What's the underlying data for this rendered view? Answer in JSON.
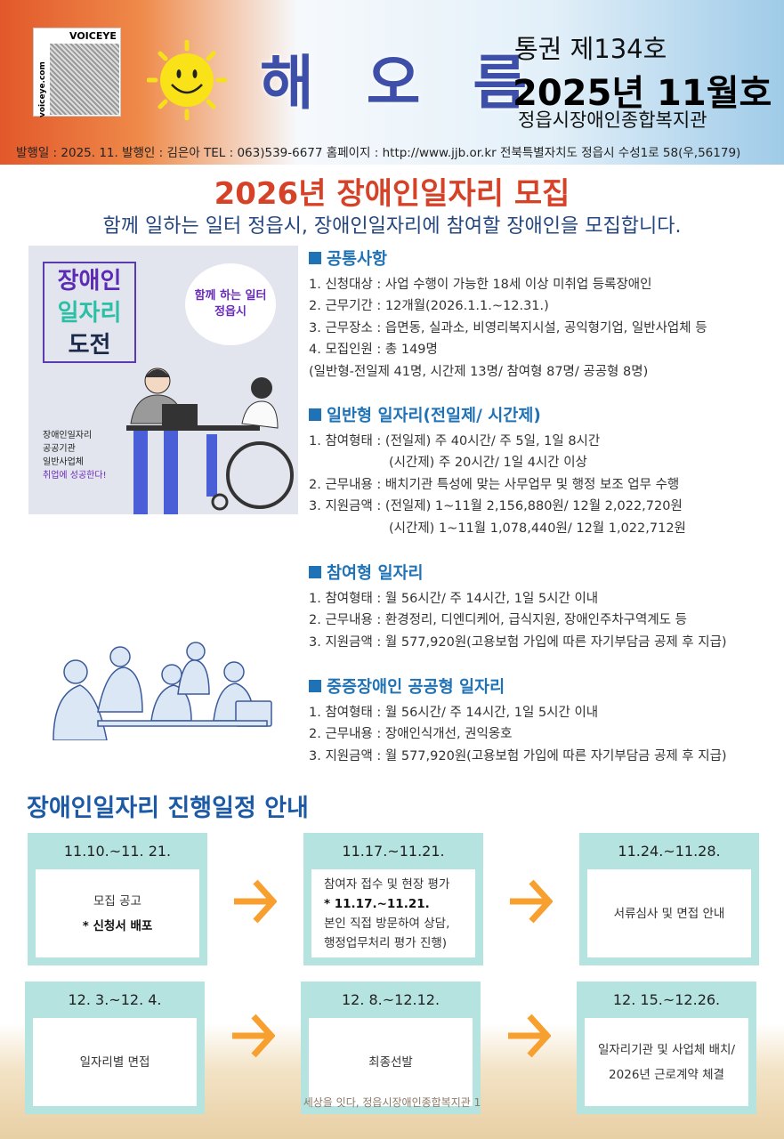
{
  "header": {
    "voiceye_brand": "VOICEYE",
    "voiceye_side": "voiceye.com",
    "logo": "해 오 름",
    "issue": "통권 제134호",
    "month": "2025년 11월호",
    "org": "정읍시장애인종합복지관"
  },
  "info_line": "발행일 : 2025. 11. 발행인 : 김은아 TEL : 063)539-6677 홈페이지 : http://www.jjb.or.kr 전북특별자치도 정읍시 수성1로 58(우,56179)",
  "title": "2026년 장애인일자리 모집",
  "subtitle": "함께 일하는 일터 정읍시, 장애인일자리에 참여할 장애인을 모집합니다.",
  "poster": {
    "badge": [
      "장애인",
      "일자리",
      "도전"
    ],
    "bubble": [
      "함께 하는 일터",
      "정읍시"
    ],
    "side": [
      "장애인일자리",
      "공공기관",
      "일반사업체",
      "취업에 성공한다!"
    ]
  },
  "sections": [
    {
      "heading": "공통사항",
      "lines": [
        "1. 신청대상 : 사업 수행이 가능한 18세 이상 미취업 등록장애인",
        "2. 근무기간 : 12개월(2026.1.1.~12.31.)",
        "3. 근무장소 : 읍면동, 실과소, 비영리복지시설, 공익형기업, 일반사업체 등",
        "4. 모집인원 : 총 149명",
        " (일반형-전일제 41명, 시간제 13명/ 참여형 87명/ 공공형 8명)"
      ]
    },
    {
      "heading": "일반형 일자리(전일제/ 시간제)",
      "lines": [
        "1. 참여형태 : (전일제) 주 40시간/ 주 5일, 1일 8시간",
        "(시간제) 주 20시간/ 1일 4시간 이상",
        "2. 근무내용 : 배치기관 특성에 맞는 사무업무 및 행정 보조 업무 수행",
        "3. 지원금액 : (전일제) 1~11월 2,156,880원/ 12월 2,022,720원",
        "(시간제) 1~11월 1,078,440원/ 12월 1,022,712원"
      ]
    },
    {
      "heading": "참여형 일자리",
      "lines": [
        "1. 참여형태 : 월 56시간/ 주 14시간, 1일 5시간 이내",
        "2. 근무내용 : 환경정리, 디엔디케어, 급식지원, 장애인주차구역계도 등",
        "3. 지원금액 : 월 577,920원(고용보험 가입에 따른 자기부담금 공제 후 지급)"
      ]
    },
    {
      "heading": "중증장애인 공공형 일자리",
      "lines": [
        "1. 참여형태 : 월 56시간/ 주 14시간, 1일 5시간 이내",
        "2. 근무내용 : 장애인식개선, 권익옹호",
        "3. 지원금액 : 월 577,920원(고용보험 가입에 따른 자기부담금 공제 후 지급)"
      ]
    }
  ],
  "schedule": {
    "title": "장애인일자리 진행일정 안내",
    "steps": [
      {
        "date": "11.10.~11. 21.",
        "lines": [
          "모집 공고",
          "* 신청서 배포"
        ]
      },
      {
        "date": "11.17.~11.21.",
        "lines": [
          "참여자 접수 및 현장 평가",
          "* 11.17.~11.21.",
          "본인 직접 방문하여 상담,",
          "행정업무처리 평가 진행)"
        ]
      },
      {
        "date": "11.24.~11.28.",
        "lines": [
          "서류심사 및 면접 안내"
        ]
      },
      {
        "date": "12. 3.~12. 4.",
        "lines": [
          "일자리별 면접"
        ]
      },
      {
        "date": "12. 8.~12.12.",
        "lines": [
          "최종선발"
        ]
      },
      {
        "date": "12. 15.~12.26.",
        "lines": [
          "일자리기관 및 사업체 배치/",
          "2026년 근로계약 체결"
        ]
      }
    ]
  },
  "footer": "세상을 잇다, 정읍시장애인종합복지관 1",
  "colors": {
    "accent": "#1f72b5",
    "title": "#d64228",
    "teal": "#b5e3df",
    "arrow": "#f7a030"
  }
}
